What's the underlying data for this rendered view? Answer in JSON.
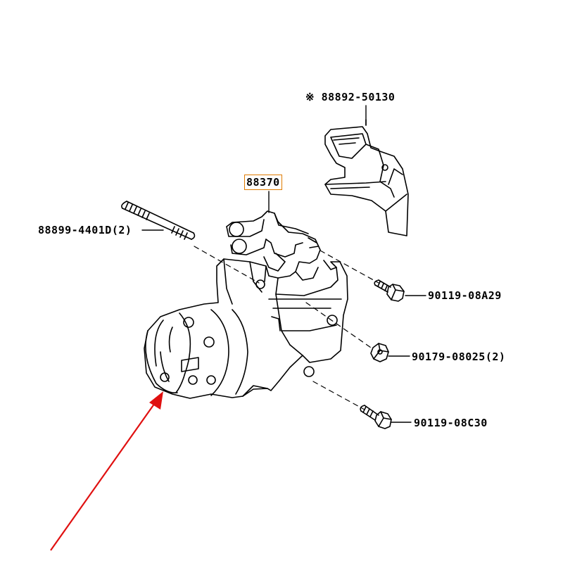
{
  "parts": {
    "compressor_assy": "88370",
    "bracket": "88892-50130",
    "bracket_mark": "※",
    "stud_bolt": "88899-4401D(2)",
    "bolt_upper": "90119-08A29",
    "nut": "90179-08025(2)",
    "bolt_lower": "90119-08C30"
  },
  "colors": {
    "line": "#000000",
    "highlight_box": "#e07b00",
    "pointer_arrow": "#e01010"
  }
}
